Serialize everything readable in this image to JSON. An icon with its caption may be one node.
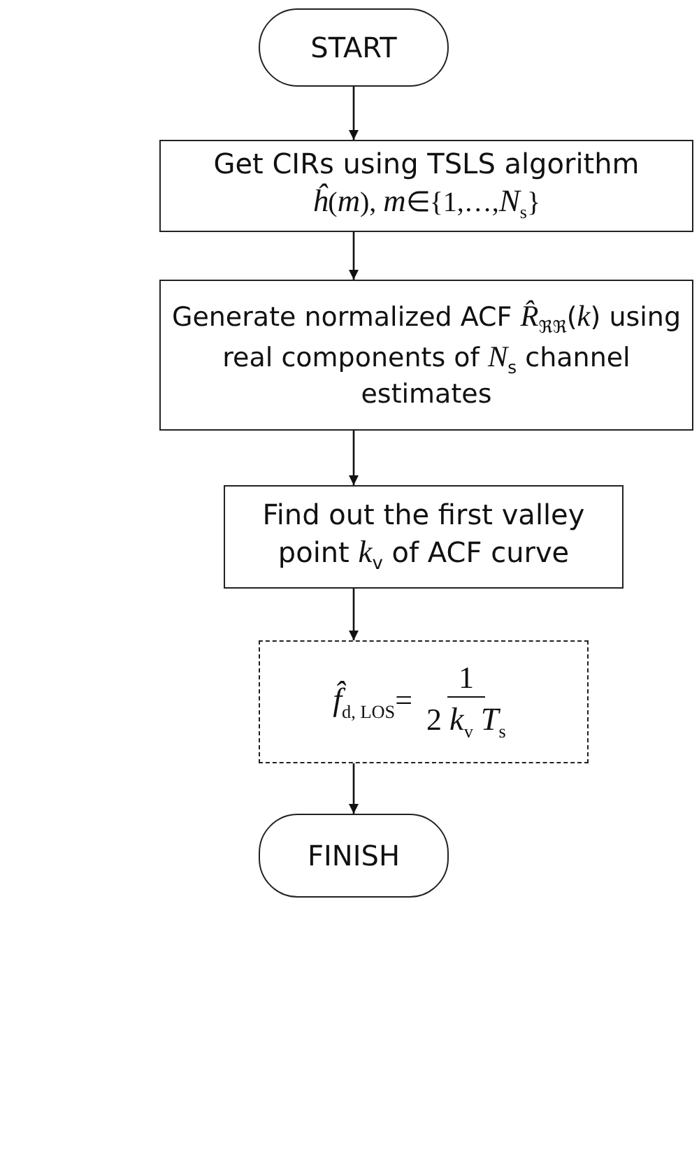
{
  "diagram": {
    "nodes": [
      {
        "text": [
          "START"
        ]
      },
      {
        "text": [
          "Get CIRs using TSLS algorithm",
          "*ĥ*(*m*), *m*∈{1,…,*N*$_{s}$}"
        ]
      },
      {
        "text": [
          "Generate normalized ACF *R̂*$_{ℜℜ}$(*k*) using real components of *N*$_{s}$ channel estimates"
        ]
      },
      {
        "text": [
          "Find out the first valley point *k*$_{v}$ of ACF curve"
        ]
      },
      {
        "text": [
          "*f̂*$_{d, LOS}$=",
          "1",
          "2 *k*$_{v}$ *T*$_{s}$"
        ]
      },
      {
        "text": [
          "FINISH"
        ]
      }
    ],
    "edges": [
      {
        "from": 0,
        "to": 1,
        "arrow": "to"
      },
      {
        "from": 1,
        "to": 2,
        "arrow": "to"
      },
      {
        "from": 2,
        "to": 3,
        "arrow": "to"
      },
      {
        "from": 3,
        "to": 4,
        "arrow": "to"
      },
      {
        "from": 4,
        "to": 5,
        "arrow": "to"
      }
    ]
  }
}
